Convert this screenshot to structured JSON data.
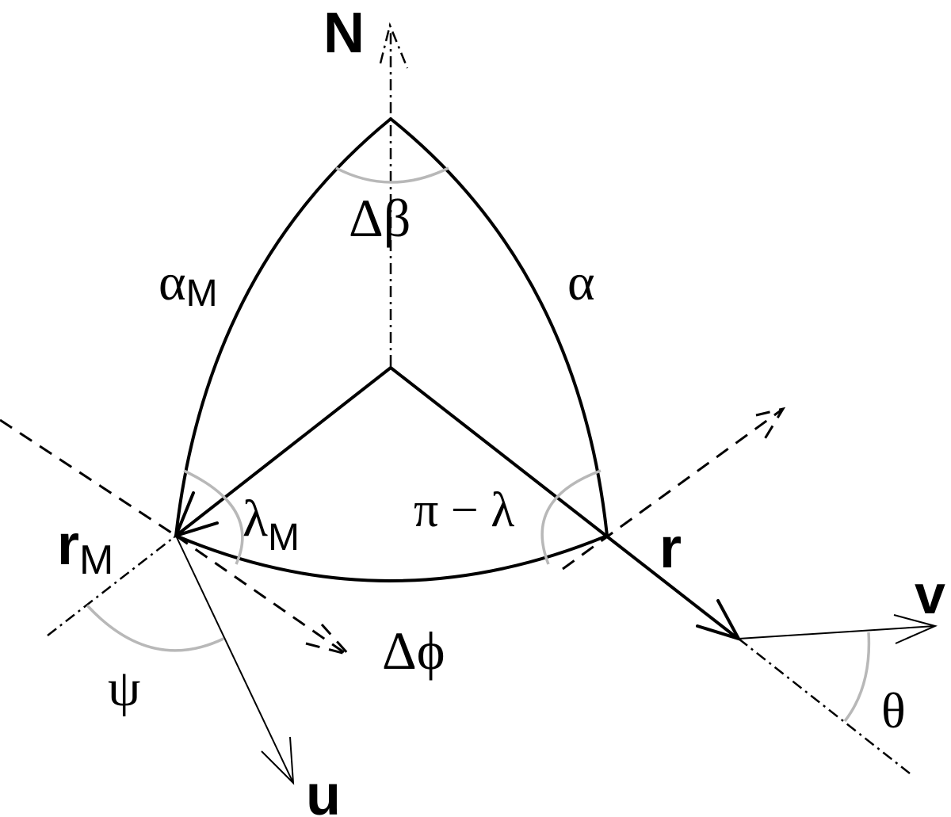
{
  "labels": {
    "north": "N",
    "delta_beta": "Δβ",
    "alpha_m": "α",
    "alpha_m_sub": "M",
    "alpha": "α",
    "lambda_m": "λ",
    "lambda_m_sub": "M",
    "pi_minus_lambda": "π − λ",
    "r_m": "r",
    "r_m_sub": "M",
    "r": "r",
    "v": "v",
    "delta_phi": "Δϕ",
    "psi": "ψ",
    "theta": "θ",
    "u": "u"
  }
}
